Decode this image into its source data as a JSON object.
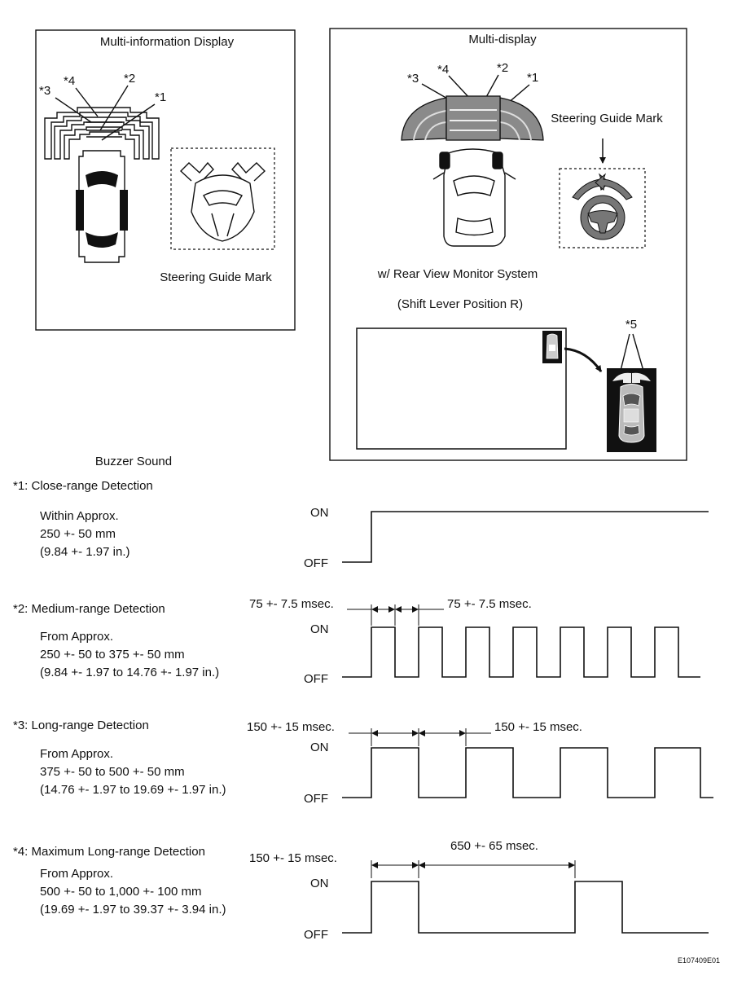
{
  "multi_info_display": {
    "title": "Multi-information Display",
    "markers": [
      "*3",
      "*4",
      "*2",
      "*1"
    ],
    "steering_label": "Steering Guide Mark"
  },
  "multi_display": {
    "title": "Multi-display",
    "markers": [
      "*3",
      "*4",
      "*2",
      "*1"
    ],
    "steering_label": "Steering Guide Mark",
    "rear_view_label": "w/ Rear View Monitor System",
    "shift_label": "(Shift Lever Position R)",
    "marker5": "*5"
  },
  "buzzer": {
    "title": "Buzzer Sound",
    "on_label": "ON",
    "off_label": "OFF",
    "sections": [
      {
        "heading": "*1: Close-range Detection",
        "lines": [
          "Within Approx.",
          "250 +- 50 mm",
          "(9.84 +- 1.97 in.)"
        ],
        "pattern": "continuous",
        "timing_left": "",
        "timing_right": ""
      },
      {
        "heading": "*2: Medium-range Detection",
        "lines": [
          "From Approx.",
          "250 +- 50 to 375 +- 50 mm",
          "(9.84 +- 1.97 to 14.76 +- 1.97 in.)"
        ],
        "pattern": "pulse",
        "on_ms": 75,
        "off_ms": 75,
        "timing_left": "75 +- 7.5 msec.",
        "timing_right": "75 +- 7.5 msec."
      },
      {
        "heading": "*3: Long-range Detection",
        "lines": [
          "From Approx.",
          "375 +- 50 to 500 +- 50 mm",
          "(14.76 +- 1.97 to 19.69 +- 1.97 in.)"
        ],
        "pattern": "pulse",
        "on_ms": 150,
        "off_ms": 150,
        "timing_left": "150 +- 15 msec.",
        "timing_right": "150 +- 15 msec."
      },
      {
        "heading": "*4: Maximum Long-range Detection",
        "lines": [
          "From Approx.",
          "500 +- 50 to 1,000 +- 100 mm",
          "(19.69 +- 1.97 to 39.37 +- 3.94 in.)"
        ],
        "pattern": "pulse",
        "on_ms": 150,
        "off_ms": 650,
        "timing_left": "150 +- 15 msec.",
        "timing_right": "650 +- 65 msec."
      }
    ]
  },
  "figure_id": "E107409E01"
}
